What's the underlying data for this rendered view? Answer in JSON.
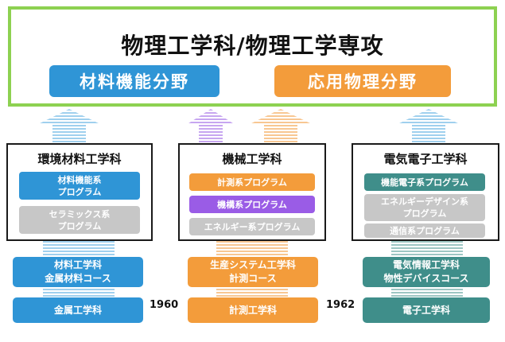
{
  "main_title": "物理工学科/物理工学専攻",
  "fields": {
    "left": "材料機能分野",
    "right": "応用物理分野"
  },
  "departments": [
    {
      "title": "環境材料工学科",
      "programs": [
        [
          "材料機能系",
          "プログラム"
        ],
        [
          "セラミックス系",
          "プログラム"
        ]
      ],
      "history": [
        [
          "材料工学科",
          "金属材料コース"
        ],
        [
          "金属工学科"
        ]
      ]
    },
    {
      "title": "機械工学科",
      "programs": [
        [
          "計測系プログラム"
        ],
        [
          "機構系プログラム"
        ],
        [
          "エネルギー系プログラム"
        ]
      ],
      "history": [
        [
          "生産システム工学科",
          "計測コース"
        ],
        [
          "計測工学科"
        ]
      ]
    },
    {
      "title": "電気電子工学科",
      "programs": [
        [
          "機能電子系プログラム"
        ],
        [
          "エネルギーデザイン系",
          "プログラム"
        ],
        [
          "通信系プログラム"
        ]
      ],
      "history": [
        [
          "電気情報工学科",
          "物性デバイスコース"
        ],
        [
          "電子工学科"
        ]
      ]
    }
  ],
  "years": {
    "first": "1960",
    "second": "1962"
  },
  "colors": {
    "frame_green": "#8dd151",
    "blue": "#2f95d6",
    "orange": "#f39c3b",
    "purple": "#9a5ce6",
    "teal": "#3f8e8a",
    "gray": "#c7c7c7"
  }
}
